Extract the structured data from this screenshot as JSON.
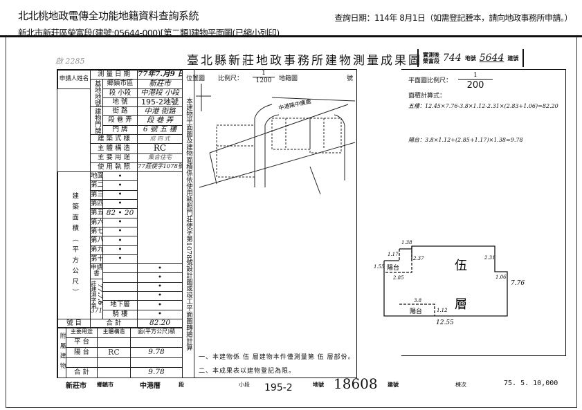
{
  "header": {
    "system_title": "北北桃地政電傳全功能地籍資料查詢系統",
    "subtitle": "新北市新莊區榮富段(建號:05644-000)[第二類]建物平面圖(已縮小列印)",
    "query_date": "查詢日期：114年 8月1日（如需登記謄本，請向地政事務所申請。）"
  },
  "document": {
    "corner_mark": "啟 2285",
    "title": "臺北縣新莊地政事務所建物測量成果圖",
    "stamp": {
      "line1": "實測後",
      "line2": "榮富段",
      "parcel": "744",
      "parcel_label": "地號",
      "building_no": "5644",
      "building_label": "建號"
    },
    "left_table": {
      "applicant_label": "申請人姓名",
      "survey_date_label": "測 量 日 期",
      "survey_date": "77年7.月9 日",
      "base_parcel_label": "基地地號",
      "district_label": "鄉鎮市區",
      "district": "新莊市",
      "section_label": "段 小段",
      "section": "中港段 小段",
      "parcel_label": "地 號",
      "parcel": "195-2地號",
      "doorplate_label": "建物門牌",
      "street_label": "街 路",
      "street": "中港 街路",
      "lane_label": "段 巷 弄",
      "lane": "段 巷 弄",
      "number_label": "門 牌",
      "number": "6 號 五 樓",
      "style_label": "建 築 式 樣",
      "style": "成 四 式",
      "structure_label": "主 體 構 造",
      "structure": "RC",
      "use_label": "主 要 用 途",
      "use": "集合住宅",
      "permit_label": "使 用 執 照",
      "permit": "77莊使字1078號",
      "area_group_label": "建築面積（平方公尺）",
      "floors": [
        {
          "label": "地面層",
          "value": "•"
        },
        {
          "label": "第二層",
          "value": "•"
        },
        {
          "label": "第三層",
          "value": "•"
        },
        {
          "label": "第四層",
          "value": "•"
        },
        {
          "label": "第五層",
          "value": "82 • 20"
        },
        {
          "label": "第六層",
          "value": "•"
        },
        {
          "label": "第七層",
          "value": "•"
        },
        {
          "label": "第八層",
          "value": "•"
        },
        {
          "label": "第九層",
          "value": "•"
        },
        {
          "label": "第十層",
          "value": "•"
        },
        {
          "label": "",
          "value": "•"
        },
        {
          "label": "",
          "value": "•"
        },
        {
          "label": "",
          "value": "•"
        },
        {
          "label": "",
          "value": "•"
        },
        {
          "label": "地下層",
          "value": "•"
        },
        {
          "label": "騎 樓",
          "value": "•"
        }
      ],
      "total_label": "合 計",
      "total": "82.20",
      "application_label": "申請書",
      "application_ref_label": "莊建測字第",
      "application_date": "77.7.6",
      "application_no": "3719",
      "application_no_label": "號 目"
    },
    "accessory": {
      "group_label": "附屬建物",
      "headers": [
        "主要用途",
        "主體構造",
        "面(平方公尺)積"
      ],
      "rows": [
        {
          "use": "平 台",
          "structure": "",
          "area": ""
        },
        {
          "use": "陽 台",
          "structure": "RC",
          "area": "9.78"
        },
        {
          "use": "",
          "structure": "",
          "area": ""
        }
      ],
      "total_label": "合 計",
      "total": "9.78"
    },
    "vertical_note": "本建物平面圖及建物面積係依使用執照門莊使字第1078號設計圖或竣工平面圖轉繪計算",
    "location_map": {
      "label": "位置圖",
      "scale_label": "比例尺：",
      "scale_num": "1",
      "scale_den": "1200",
      "cadastral_label": "地籍圖",
      "no_label": "號",
      "road_label": "中港路中廣處"
    },
    "floor_plan": {
      "scale_label": "平面圖比例尺：",
      "scale_num": "1",
      "scale_den": "200",
      "calc_label": "面積計算式：",
      "calc_floor5": "五樓：12.45×7.76-3.8×1.12-2.31×(2.83+1.06)=82.20",
      "calc_balcony": "陽台：3.8×1.12+(2.85+1.17)×1.38=9.78",
      "floor_text_1": "伍",
      "floor_text_2": "層",
      "balcony_1": "陽台",
      "balcony_2": "陽台",
      "dims": {
        "top": "1.38",
        "left_a": "1.17",
        "left_b": "1.55",
        "inner": "2.37",
        "bottom_bal": "2.85",
        "right_a": "2.31",
        "right_b": "1.06",
        "height": "7.76",
        "bal2_w": "3.8",
        "bal2_h": "1.12",
        "width": "12.55"
      }
    },
    "notes": [
      "一、本建物係  伍  層建物本件僅測量第  伍  層部份。",
      "二、本成果表以建物登記為限。"
    ],
    "footer": {
      "city": "新莊市",
      "city_label": "鄉鎮市",
      "section": "中港厝",
      "section_label": "段",
      "subsection_label": "小段",
      "parcel": "195-2",
      "parcel_label": "地號",
      "building_no": "18608",
      "building_label": "建號",
      "batch_label": "棟次",
      "print_info": "75. 5. 10,000"
    }
  }
}
